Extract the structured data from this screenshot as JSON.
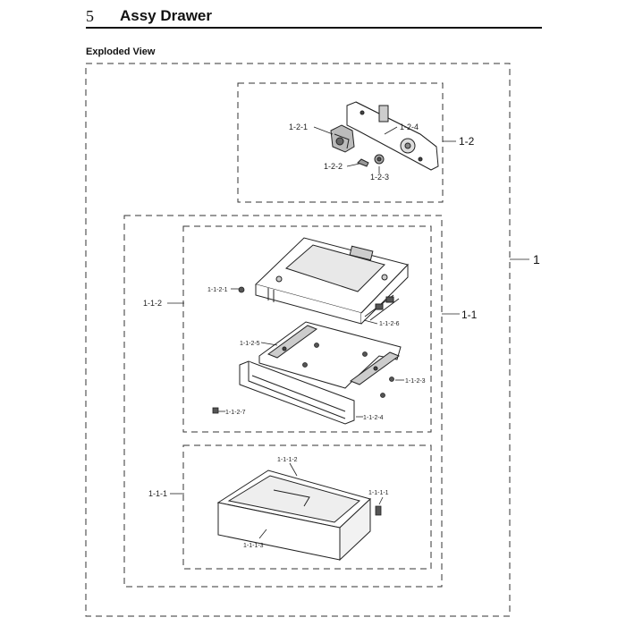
{
  "header": {
    "section_number": "5",
    "section_title": "Assy Drawer"
  },
  "view_label": "Exploded View",
  "callouts": {
    "assy": "1",
    "sub_1_2": "1-2",
    "sub_1_1": "1-1",
    "p_1_2_1": "1-2-1",
    "p_1_2_2": "1-2-2",
    "p_1_2_3": "1-2-3",
    "p_1_2_4": "1-2-4",
    "p_1_1_2": "1-1-2",
    "p_1_1_2_1": "1-1-2-1",
    "p_1_1_2_3": "1-1-2-3",
    "p_1_1_2_4": "1-1-2-4",
    "p_1_1_2_5": "1-1-2-5",
    "p_1_1_2_6": "1-1-2-6",
    "p_1_1_2_7": "1-1-2-7",
    "p_1_1_1": "1-1-1",
    "p_1_1_1_1": "1-1-1-1",
    "p_1_1_1_2": "1-1-1-2",
    "p_1_1_1_3": "1-1-1-3"
  }
}
